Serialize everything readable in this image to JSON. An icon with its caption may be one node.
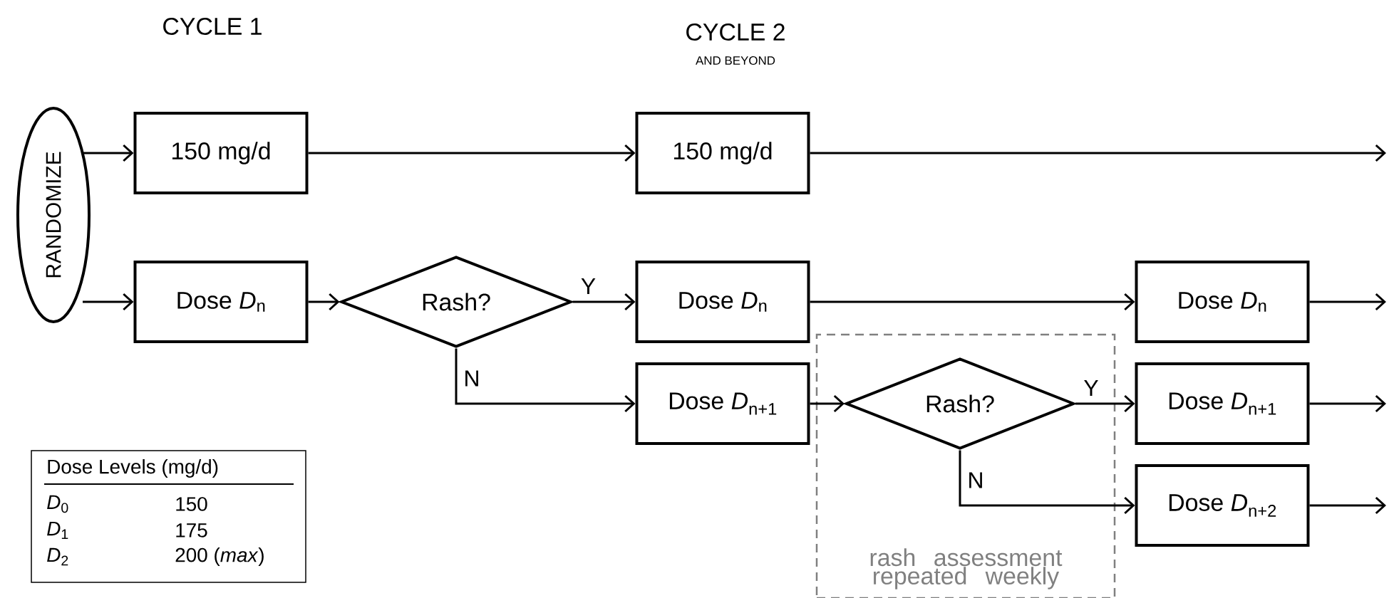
{
  "diagram": {
    "nodes": [
      {
        "text": [
          "RANDOMIZE"
        ]
      },
      {
        "text": [
          "150 mg/d"
        ]
      },
      {
        "text": [
          "150 mg/d"
        ]
      },
      {
        "text": [
          "Dose *D*$_{n}$"
        ]
      },
      {
        "text": [
          "Rash?"
        ]
      },
      {
        "text": [
          "Dose *D*$_{n}$"
        ]
      },
      {
        "text": [
          "Dose *D*$_{n}$"
        ]
      },
      {
        "text": [
          "Dose *D*$_{n+1}$"
        ]
      },
      {
        "text": [
          "rash assessment repeated weekly"
        ]
      },
      {
        "text": [
          "Rash?"
        ],
        "in": 8
      },
      {
        "text": [
          "Dose *D*$_{n+1}$"
        ]
      },
      {
        "text": [
          "Dose *D*$_{n+2}$"
        ]
      }
    ],
    "edges": [
      {
        "from": 0,
        "to": 1,
        "arrow": "to"
      },
      {
        "from": 0,
        "to": 3,
        "arrow": "to"
      },
      {
        "from": 1,
        "to": 2,
        "arrow": "to"
      },
      {
        "from": 2,
        "to": null,
        "arrow": "to"
      },
      {
        "from": 3,
        "to": 4,
        "arrow": "to"
      },
      {
        "from": 4,
        "to": 5,
        "arrow": "to",
        "label": "Y"
      },
      {
        "from": 4,
        "to": 7,
        "arrow": "to",
        "label": "N"
      },
      {
        "from": 5,
        "to": 6,
        "arrow": "to"
      },
      {
        "from": 6,
        "to": null,
        "arrow": "to"
      },
      {
        "from": 7,
        "to": 9,
        "arrow": "to"
      },
      {
        "from": 9,
        "to": 10,
        "arrow": "to",
        "label": "Y"
      },
      {
        "from": 9,
        "to": 11,
        "arrow": "to",
        "label": "N"
      },
      {
        "from": 10,
        "to": null,
        "arrow": "to"
      },
      {
        "from": 11,
        "to": null,
        "arrow": "to"
      }
    ],
    "labels": [
      "CYCLE 1",
      "CYCLE 2",
      "AND BEYOND",
      "Dose Levels (mg/d)",
      "*D*$_{0}$",
      "150",
      "*D*$_{1}$",
      "175",
      "*D*$_{2}$",
      "200 (*max*)"
    ]
  }
}
